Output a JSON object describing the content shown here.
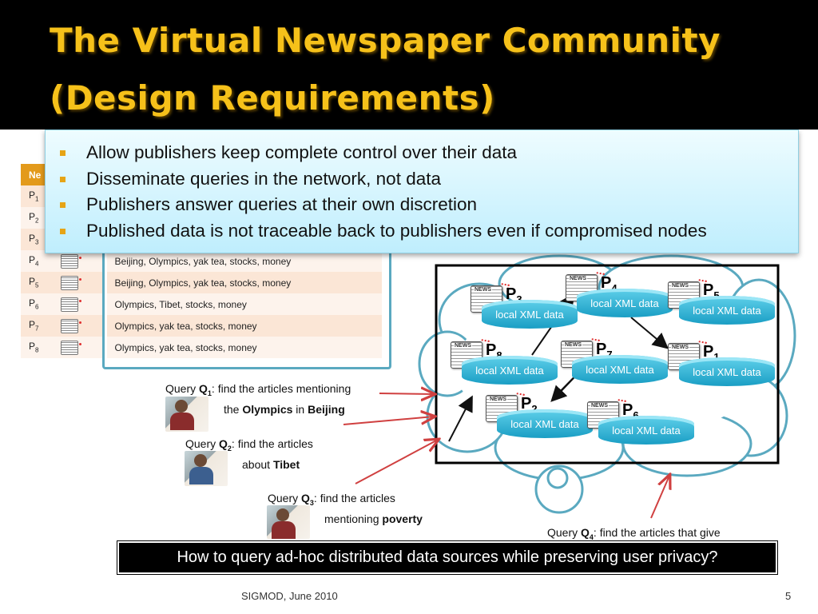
{
  "slide": {
    "title_line1": "The Virtual Newspaper Community",
    "title_line2": "(Design Requirements)"
  },
  "bullets": [
    "Allow publishers keep complete control over their data",
    "Disseminate queries in the network, not data",
    "Publishers answer queries at their own discretion",
    "Published data is not traceable back to publishers  even if compromised nodes"
  ],
  "table": {
    "header_first": "Ne",
    "rows": [
      {
        "p": "P",
        "sub": "1",
        "keywords": ""
      },
      {
        "p": "P",
        "sub": "2",
        "keywords": ""
      },
      {
        "p": "P",
        "sub": "3",
        "keywords": ""
      },
      {
        "p": "P",
        "sub": "4",
        "keywords": "Beijing, Olympics, yak tea, stocks, money"
      },
      {
        "p": "P",
        "sub": "5",
        "keywords": "Beijing, Olympics, yak tea, stocks, money"
      },
      {
        "p": "P",
        "sub": "6",
        "keywords": "Olympics, Tibet, stocks, money"
      },
      {
        "p": "P",
        "sub": "7",
        "keywords": "Olympics, yak tea, stocks, money"
      },
      {
        "p": "P",
        "sub": "8",
        "keywords": "Olympics, yak tea, stocks, money"
      }
    ]
  },
  "network": {
    "newspaper_icon_text": "NEWS",
    "nodes": [
      {
        "p": "P",
        "sub": "3",
        "data": "local XML data"
      },
      {
        "p": "P",
        "sub": "4",
        "data": "local XML data"
      },
      {
        "p": "P",
        "sub": "5",
        "data": "local XML data"
      },
      {
        "p": "P",
        "sub": "8",
        "data": "local XML data"
      },
      {
        "p": "P",
        "sub": "7",
        "data": "local XML data"
      },
      {
        "p": "P",
        "sub": "1",
        "data": "local XML data"
      },
      {
        "p": "P",
        "sub": "2",
        "data": "local XML data"
      },
      {
        "p": "P",
        "sub": "6",
        "data": "local XML data"
      }
    ]
  },
  "queries": {
    "q1": {
      "prefix": "Query ",
      "q": "Q",
      "sub": "1",
      "text1": ": find the articles mentioning",
      "line2a": "the ",
      "bold1": "Olympics",
      "line2b": " in ",
      "bold2": "Beijing"
    },
    "q2": {
      "prefix": "Query ",
      "q": "Q",
      "sub": "2",
      "text1": ": find the articles",
      "line2a": "about ",
      "bold1": "Tibet"
    },
    "q3": {
      "prefix": "Query ",
      "q": "Q",
      "sub": "3",
      "text1": ": find the articles",
      "line2a": "mentioning ",
      "bold1": "poverty"
    },
    "q4": {
      "prefix": "Query ",
      "q": "Q",
      "sub": "4",
      "text1": ": find the articles that give"
    }
  },
  "question": "How to query ad-hoc distributed data sources while preserving user privacy?",
  "footer": {
    "venue": "SIGMOD, June 2010",
    "page": "5"
  },
  "colors": {
    "title": "#f6c11a",
    "accent_orange": "#e39a1b",
    "cloud": "#5aa9c0",
    "arrow_red": "#d04040"
  }
}
